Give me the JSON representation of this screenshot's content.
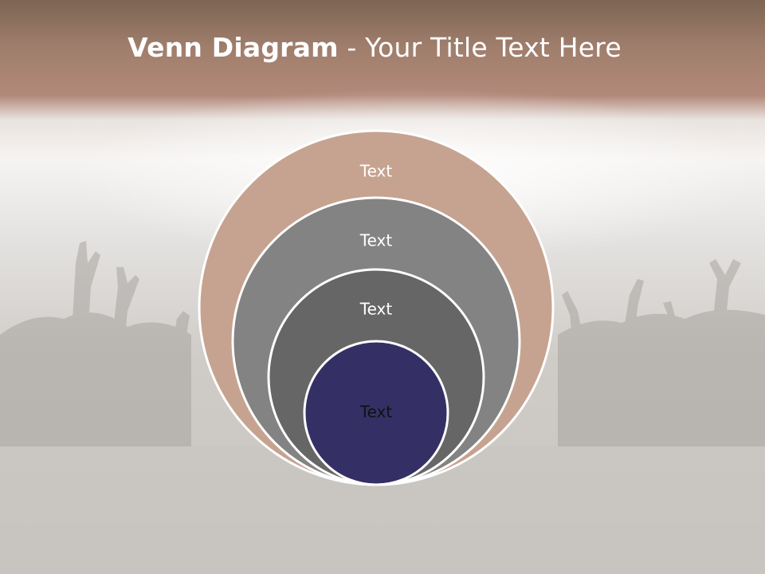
{
  "title": {
    "bold": "Venn Diagram",
    "rest": " - Your Title Text Here"
  },
  "diagram": {
    "circles": [
      {
        "label": "Text",
        "fill": "#c6a390",
        "text_color": "#ffffff"
      },
      {
        "label": "Text",
        "fill": "#838383",
        "text_color": "#ffffff"
      },
      {
        "label": "Text",
        "fill": "#666666",
        "text_color": "#ffffff"
      },
      {
        "label": "Text",
        "fill": "#343066",
        "text_color": "#111111"
      }
    ],
    "stroke": "#ffffff"
  },
  "colors": {
    "header_band": "#a07e6c",
    "background": "#cfccc8"
  }
}
